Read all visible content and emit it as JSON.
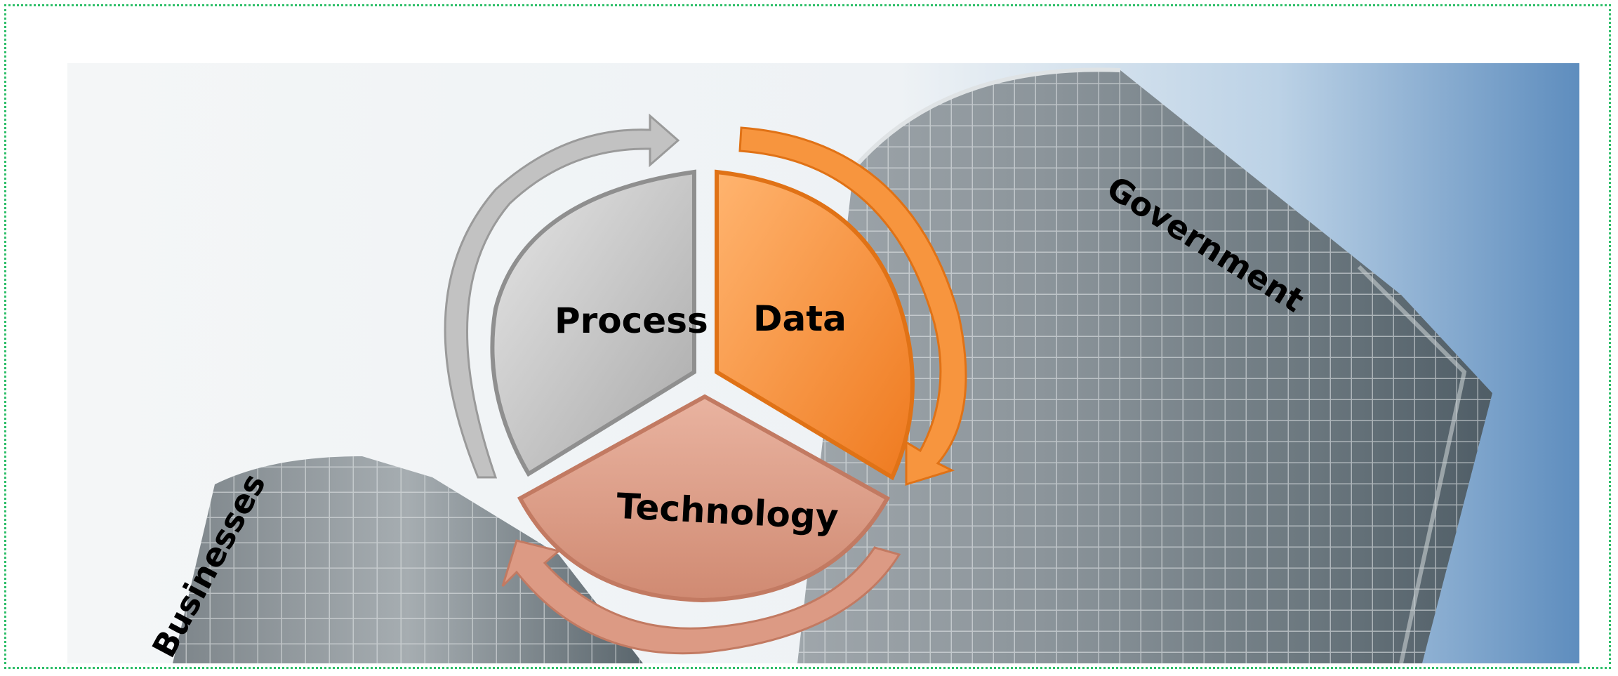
{
  "diagram": {
    "segments": [
      {
        "id": "process",
        "label": "Process",
        "color": "#c9c9c9"
      },
      {
        "id": "data",
        "label": "Data",
        "color": "#f7953e"
      },
      {
        "id": "technology",
        "label": "Technology",
        "color": "#dc9a84"
      }
    ],
    "side_labels": {
      "government": "Government",
      "businesses": "Businesses"
    }
  }
}
